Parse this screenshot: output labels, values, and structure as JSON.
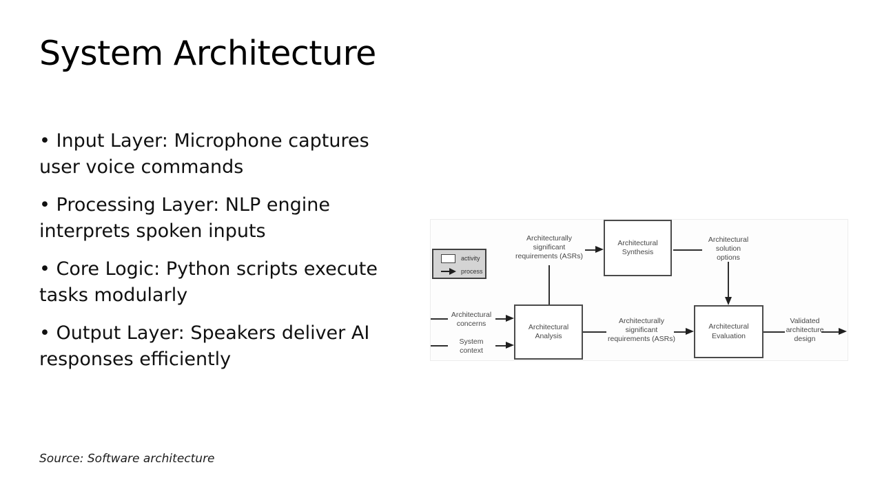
{
  "colors": {
    "slide_background": "#ffffff",
    "legend_background": "#d4d4d4",
    "diagram_line": "#2f2f2f"
  },
  "slide": {
    "title": "System Architecture",
    "bullets": [
      "• Input Layer: Microphone captures\nuser voice commands",
      "• Processing Layer: NLP engine\ninterprets spoken inputs",
      "• Core Logic: Python scripts execute\ntasks modularly",
      "• Output Layer: Speakers deliver AI\nresponses efficiently"
    ],
    "source": "Source: Software architecture"
  },
  "diagram": {
    "legend": {
      "activity": "activity",
      "process": "process"
    },
    "boxes": {
      "synthesis": "Architectural\nSynthesis",
      "analysis": "Architectural\nAnalysis",
      "evaluation": "Architectural\nEvaluation"
    },
    "labels": {
      "asr_top": "Architecturally\nsignificant\nrequirements (ASRs)",
      "solution_options": "Architectural\nsolution\noptions",
      "concerns": "Architectural\nconcerns",
      "system_context": "System\ncontext",
      "asr_mid": "Architecturally\nsignificant\nrequirements (ASRs)",
      "validated": "Validated\narchitecture\ndesign"
    }
  }
}
